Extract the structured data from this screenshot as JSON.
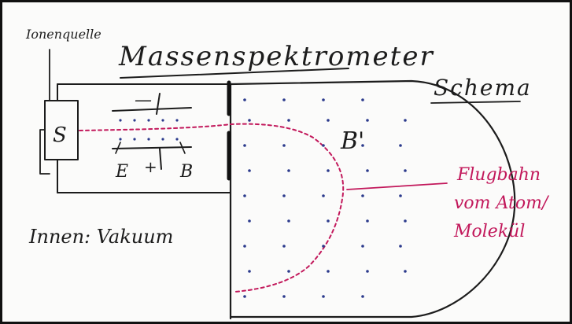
{
  "labels": {
    "ion_source": "Ionenquelle",
    "title": "Massenspektrometer",
    "schema": "Schema",
    "source": "S",
    "b_prime": "B'",
    "e_field": "E",
    "plus": "+",
    "minus": "—",
    "b_field": "B",
    "vacuum": "Innen: Vakuum",
    "path_1": "Flugbahn",
    "path_2": "vom Atom/",
    "path_3": "Molekül"
  },
  "colors": {
    "ink": "#1c1c1c",
    "path": "#c2185b",
    "dots": "#2b3a8c"
  }
}
